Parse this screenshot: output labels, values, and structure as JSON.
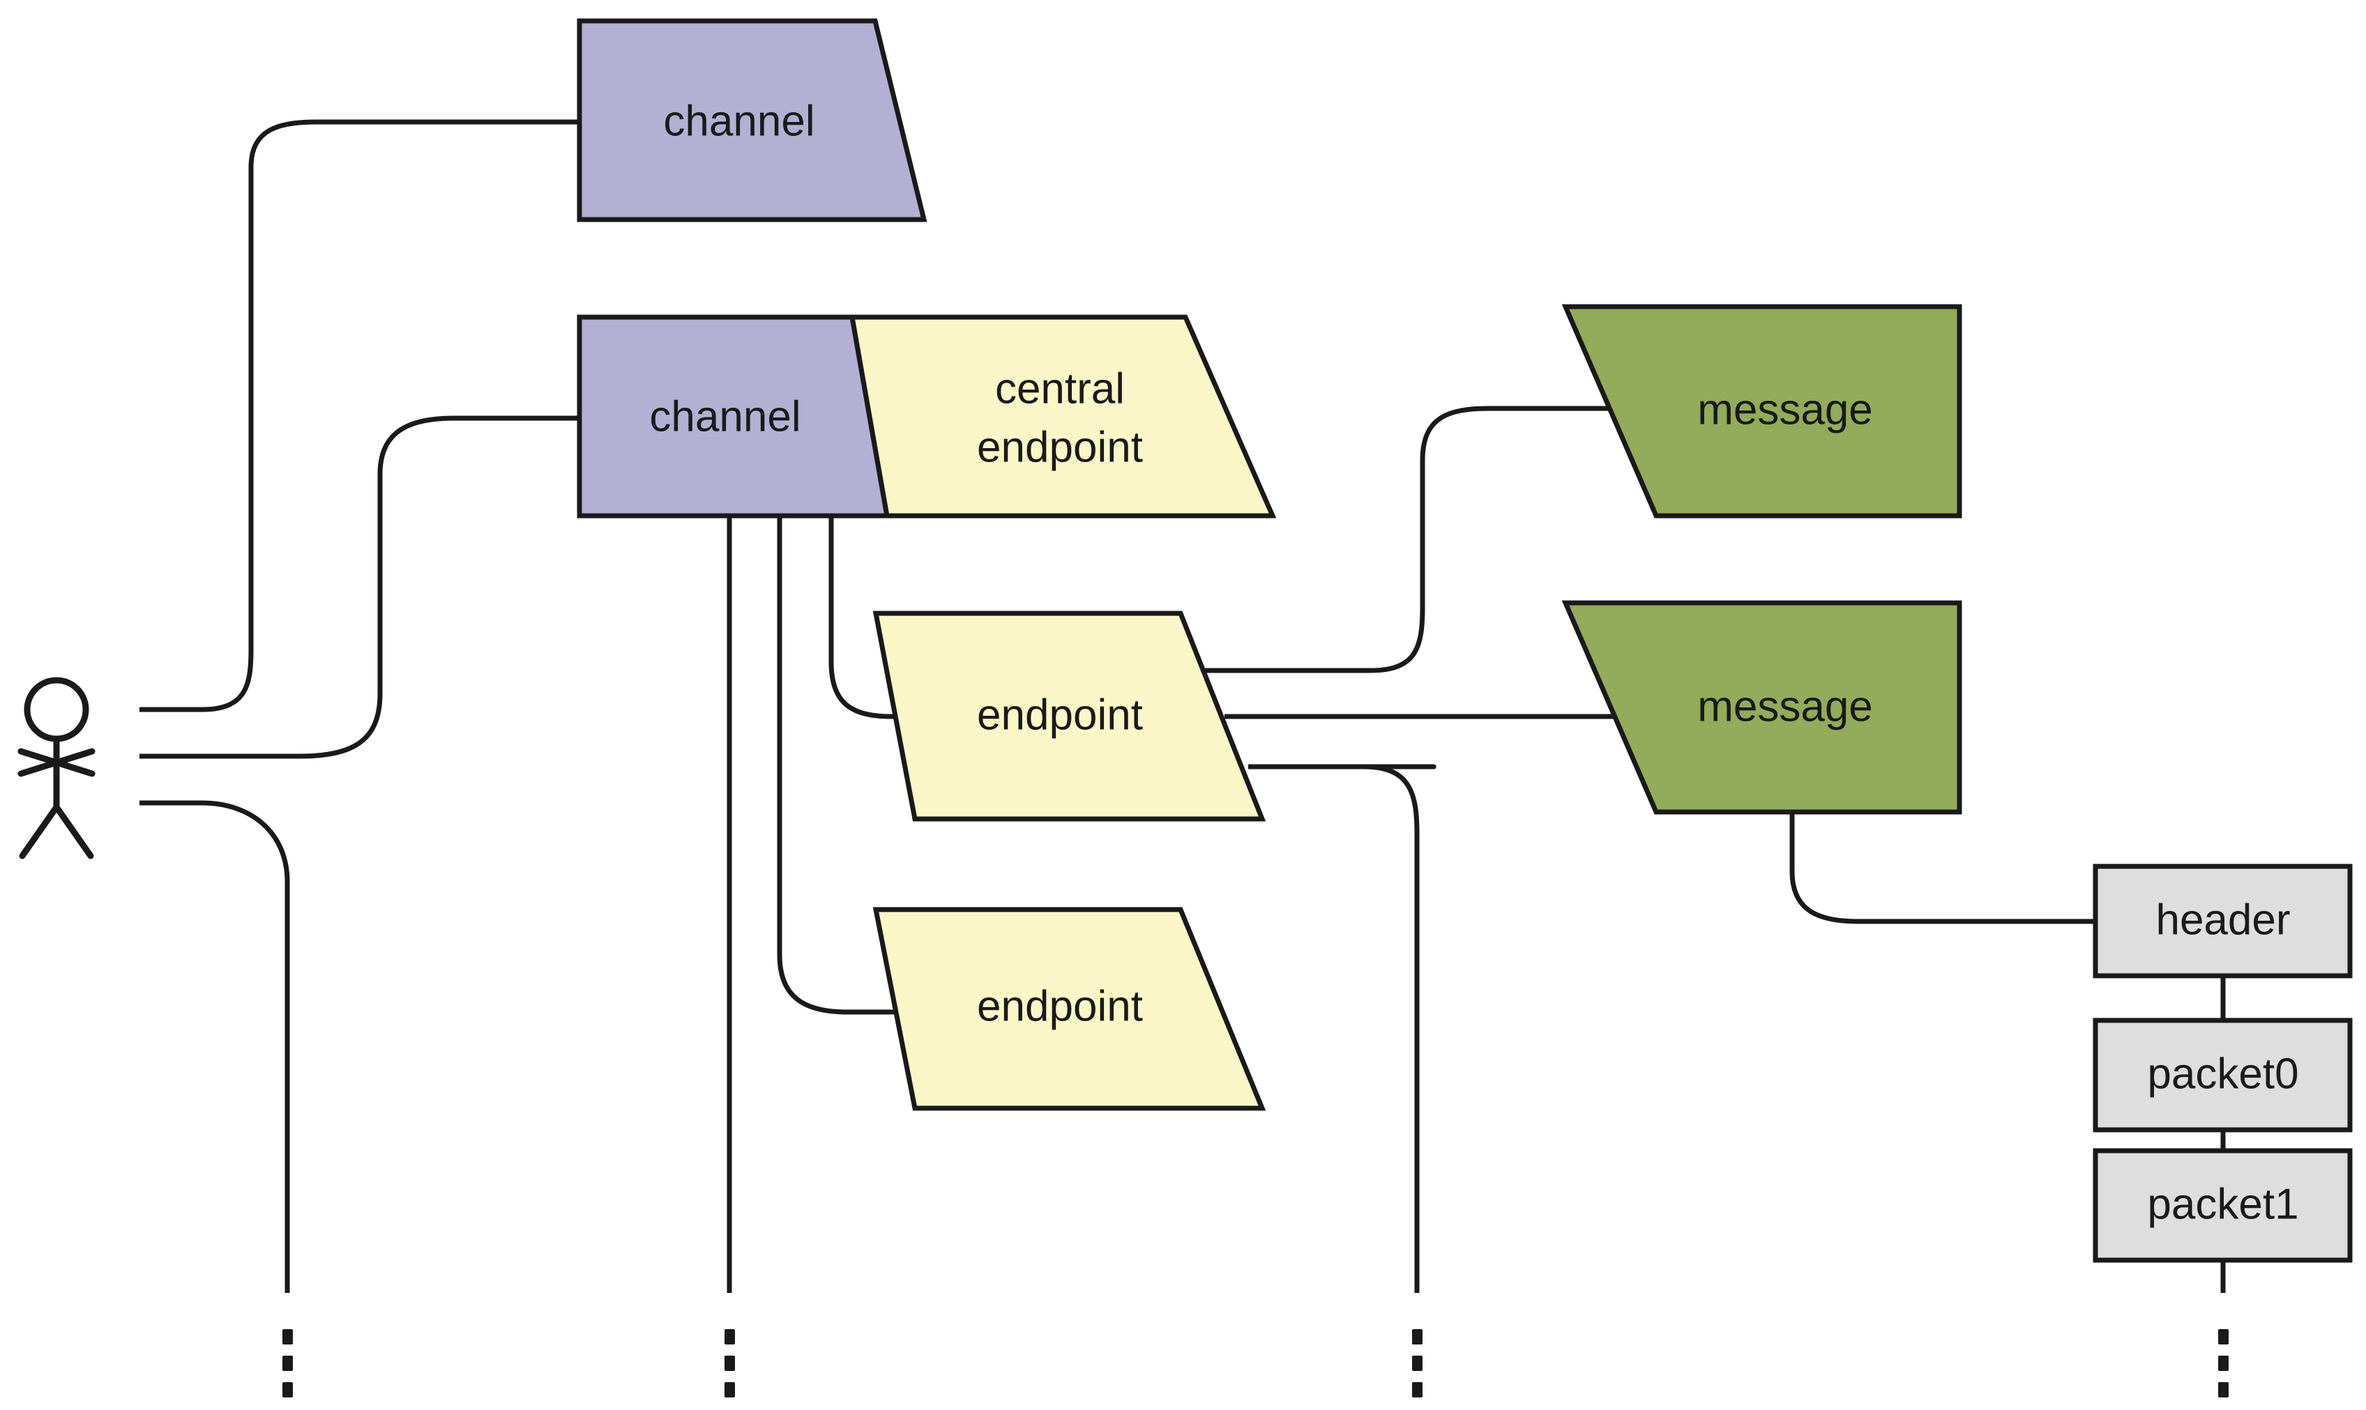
{
  "diagram": {
    "title": "channel endpoint message structure",
    "colors": {
      "channel_fill": "#b3b0d4",
      "endpoint_fill": "#faf6c8",
      "message_fill": "#94ab5b",
      "packet_fill": "#dedede",
      "stroke": "#1a1a1a",
      "background": "#ffffff"
    },
    "actor": {
      "name": "actor-stick-figure",
      "label": ""
    },
    "nodes": [
      {
        "id": "channel_top",
        "label": "channel",
        "shape": "trapezoid",
        "fill": "channel_fill"
      },
      {
        "id": "channel_main",
        "label": "channel",
        "shape": "trapezoid-left",
        "fill": "channel_fill"
      },
      {
        "id": "central_endpoint",
        "label": "central\nendpoint",
        "line1": "central",
        "line2": "endpoint",
        "shape": "trapezoid-right",
        "fill": "endpoint_fill"
      },
      {
        "id": "endpoint_1",
        "label": "endpoint",
        "shape": "parallelogram",
        "fill": "endpoint_fill"
      },
      {
        "id": "endpoint_2",
        "label": "endpoint",
        "shape": "parallelogram",
        "fill": "endpoint_fill"
      },
      {
        "id": "message_1",
        "label": "message",
        "shape": "trapezoid-flip",
        "fill": "message_fill"
      },
      {
        "id": "message_2",
        "label": "message",
        "shape": "trapezoid-flip",
        "fill": "message_fill"
      },
      {
        "id": "header",
        "label": "header",
        "shape": "rect",
        "fill": "packet_fill"
      },
      {
        "id": "packet_0",
        "label": "packet0",
        "shape": "rect",
        "fill": "packet_fill"
      },
      {
        "id": "packet_1",
        "label": "packet1",
        "shape": "rect",
        "fill": "packet_fill"
      }
    ],
    "ellipsis": [
      {
        "id": "ellipsis_actor",
        "glyph": "⋮"
      },
      {
        "id": "ellipsis_channel",
        "glyph": "⋮"
      },
      {
        "id": "ellipsis_endpoint",
        "glyph": "⋮"
      },
      {
        "id": "ellipsis_packet",
        "glyph": "⋮"
      }
    ],
    "edges": [
      {
        "from": "actor",
        "to": "channel_top"
      },
      {
        "from": "actor",
        "to": "channel_main"
      },
      {
        "from": "actor",
        "to": "ellipsis_actor"
      },
      {
        "from": "channel_main",
        "to": "ellipsis_channel"
      },
      {
        "from": "channel_main",
        "to": "endpoint_1"
      },
      {
        "from": "channel_main",
        "to": "endpoint_2"
      },
      {
        "from": "endpoint_1",
        "to": "message_1"
      },
      {
        "from": "endpoint_1",
        "to": "message_2"
      },
      {
        "from": "endpoint_1",
        "to": "ellipsis_endpoint"
      },
      {
        "from": "message_2",
        "to": "header"
      },
      {
        "from": "header",
        "to": "packet_0"
      },
      {
        "from": "packet_0",
        "to": "packet_1"
      },
      {
        "from": "packet_1",
        "to": "ellipsis_packet"
      }
    ]
  }
}
